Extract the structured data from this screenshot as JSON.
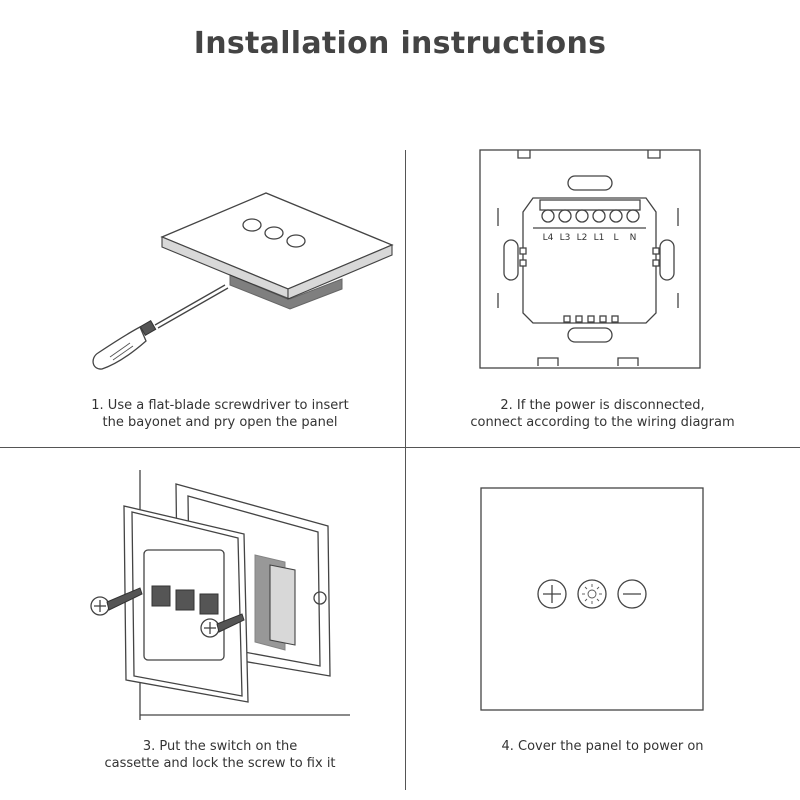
{
  "title": "Installation instructions",
  "steps": [
    {
      "line1": "1. Use a flat-blade screwdriver to insert",
      "line2": "the bayonet and pry open the panel"
    },
    {
      "line1": "2. If the power is disconnected,",
      "line2": "connect according to the wiring diagram"
    },
    {
      "line1": "3. Put the switch on the",
      "line2": "cassette and lock the screw to fix it"
    },
    {
      "line1": "4. Cover the panel to power on",
      "line2": ""
    }
  ],
  "terminals": [
    "L4",
    "L3",
    "L2",
    "L1",
    "L",
    "N"
  ]
}
